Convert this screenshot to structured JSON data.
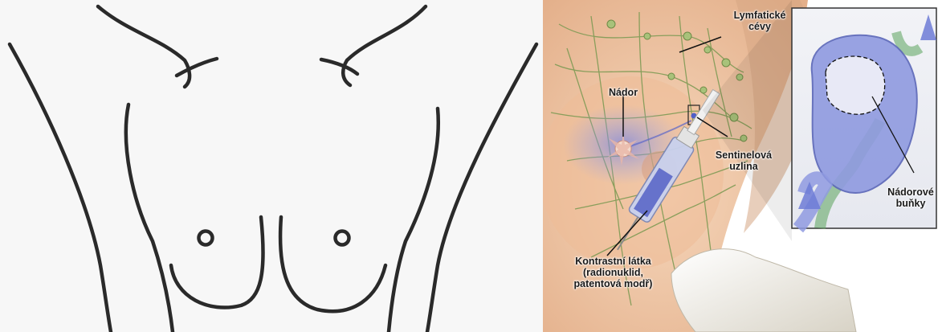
{
  "left_figure": {
    "alt": ""
  },
  "right_figure": {
    "labels": {
      "lymphatic": "Lymfatické\ncévy",
      "tumor": "Nádor",
      "sentinel": "Sentinelová\nuzlina",
      "contrast": "Kontrastní látka\n(radionuklid,\npatentová modř)",
      "tumor_cells": "Nádorové\nbuňky"
    }
  },
  "colors": {
    "outline": "#2a2a2a",
    "skin": "#efc7a3",
    "vessel": "#7f9b55",
    "lymph_node": "#8f9ae0",
    "blue_dye": "#6675d0",
    "accent_green": "#5aa35b"
  }
}
